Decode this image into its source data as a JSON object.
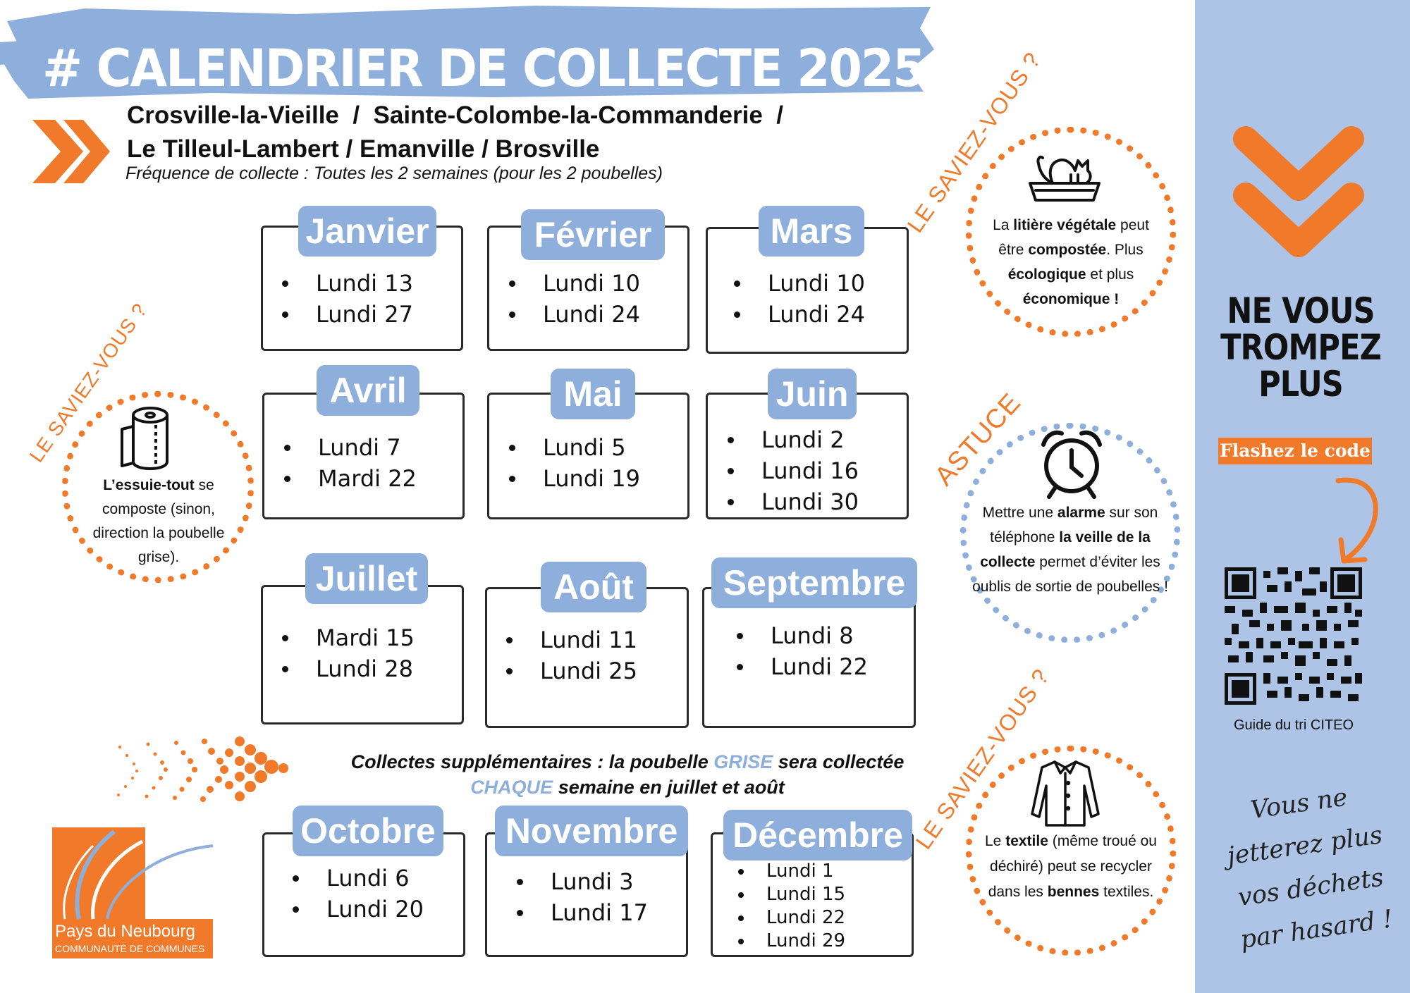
{
  "header": {
    "title": "# CALENDRIER DE COLLECTE 2025",
    "communes_line1": "Crosville-la-Vieille  /  Sainte-Colombe-la-Commanderie  /",
    "communes_line2": "Le Tilleul-Lambert / Emanville / Brosville",
    "frequency": "Fréquence de collecte : Toutes les 2 semaines (pour les 2 poubelles)"
  },
  "months": [
    {
      "name": "Janvier",
      "dates": [
        "Lundi 13",
        "Lundi 27"
      ]
    },
    {
      "name": "Février",
      "dates": [
        "Lundi 10",
        "Lundi 24"
      ]
    },
    {
      "name": "Mars",
      "dates": [
        "Lundi 10",
        "Lundi 24"
      ]
    },
    {
      "name": "Avril",
      "dates": [
        "Lundi 7",
        "Mardi 22"
      ]
    },
    {
      "name": "Mai",
      "dates": [
        "Lundi 5",
        "Lundi 19"
      ]
    },
    {
      "name": "Juin",
      "dates": [
        "Lundi 2",
        "Lundi 16",
        "Lundi 30"
      ]
    },
    {
      "name": "Juillet",
      "dates": [
        "Mardi 15",
        "Lundi 28"
      ]
    },
    {
      "name": "Août",
      "dates": [
        "Lundi 11",
        "Lundi 25"
      ]
    },
    {
      "name": "Septembre",
      "dates": [
        "Lundi 8",
        "Lundi 22"
      ]
    },
    {
      "name": "Octobre",
      "dates": [
        "Lundi 6",
        "Lundi 20"
      ]
    },
    {
      "name": "Novembre",
      "dates": [
        "Lundi 3",
        "Lundi 17"
      ]
    },
    {
      "name": "Décembre",
      "dates": [
        "Lundi 1",
        "Lundi 15",
        "Lundi 22",
        "Lundi 29"
      ]
    }
  ],
  "supplementary": {
    "part1": "Collectes supplémentaires : la poubelle ",
    "grise": "GRISE",
    "part2": " sera collectée",
    "chaque": "CHAQUE",
    "part3": " semaine en juillet et août"
  },
  "tips": {
    "litiere": {
      "label": "LE SAVIEZ-VOUS ?",
      "t1": "La ",
      "b1": "litière végétale",
      "t2": " peut être ",
      "b2": "compostée",
      "t3": ". Plus ",
      "b3": "écologique",
      "t4": " et plus ",
      "b4": "économique !"
    },
    "essuie": {
      "label": "LE SAVIEZ-VOUS ?",
      "b1": "L’essuie-tout",
      "t1": " se composte (sinon, direction la poubelle grise)."
    },
    "astuce": {
      "label": "ASTUCE",
      "t1": "Mettre une ",
      "b1": "alarme",
      "t2": " sur son téléphone ",
      "b2": "la veille de la collecte",
      "t3": " permet d’éviter les oublis de sortie de poubelles !"
    },
    "textile": {
      "label": "LE SAVIEZ-VOUS ?",
      "t1": "Le ",
      "b1": "textile",
      "t2": " (même troué ou déchiré) peut se recycler dans les ",
      "b2": "bennes",
      "t3": " textiles."
    }
  },
  "sidebar": {
    "headline": [
      "NE VOUS",
      "TROMPEZ",
      "PLUS"
    ],
    "flash": "Flashez le code",
    "qr_caption": "Guide du tri CITEO",
    "slogan": "Vous ne jetterez plus vos déchets par hasard !"
  },
  "logo": {
    "name": "Pays du Neubourg",
    "subtitle": "COMMUNAUTÉ DE COMMUNES"
  },
  "colors": {
    "accent_orange": "#f07a2a",
    "accent_blue": "#8eaedb",
    "sidebar_blue": "#adc4e6"
  },
  "icons": [
    "chevrons-right-icon",
    "cat-litter-icon",
    "paper-towel-icon",
    "alarm-clock-icon",
    "shirt-icon",
    "chevron-down-icon",
    "curved-arrow-icon",
    "qr-code"
  ]
}
